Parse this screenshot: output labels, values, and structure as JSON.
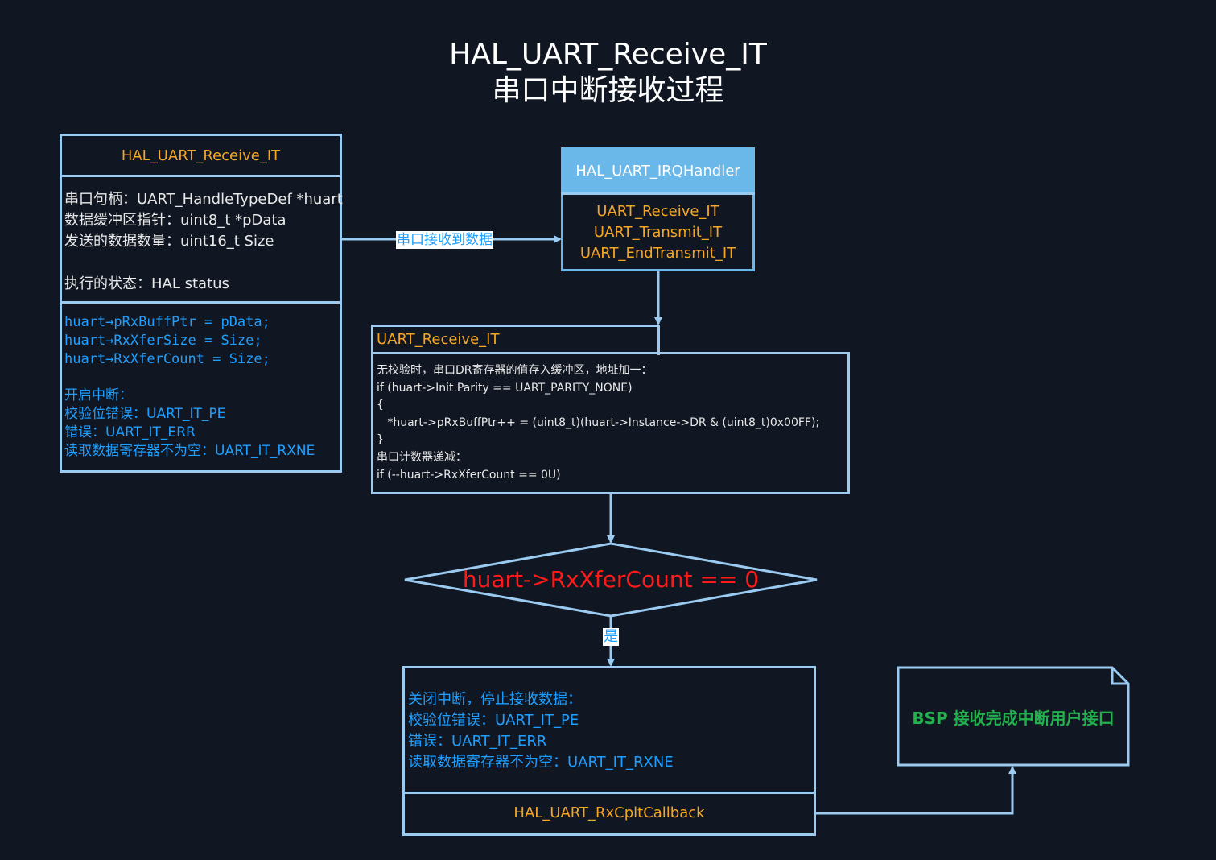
{
  "title": {
    "line1": "HAL_UART_Receive_IT",
    "line2": "串口中断接收过程"
  },
  "receive_box": {
    "header": "HAL_UART_Receive_IT",
    "params": [
      "串口句柄：UART_HandleTypeDef *huart",
      "数据缓冲区指针：uint8_t *pData",
      "发送的数据数量：uint16_t Size"
    ],
    "status": "执行的状态：HAL status",
    "code": [
      "huart→pRxBuffPtr = pData;",
      "huart→RxXferSize = Size;",
      "huart→RxXferCount = Size;"
    ],
    "enable": [
      "开启中断：",
      "校验位错误：UART_IT_PE",
      "错误：UART_IT_ERR",
      "读取数据寄存器不为空：UART_IT_RXNE"
    ]
  },
  "edge_label_received": "串口接收到数据",
  "irq_box": {
    "header": "HAL_UART_IRQHandler",
    "items": [
      "UART_Receive_IT",
      "UART_Transmit_IT",
      "UART_EndTransmit_IT"
    ]
  },
  "uart_receive_box": {
    "tab": "UART_Receive_IT",
    "lines": [
      "无校验时，串口DR寄存器的值存入缓冲区，地址加一：",
      "if (huart->Init.Parity == UART_PARITY_NONE)",
      "{",
      "   *huart->pRxBuffPtr++ = (uint8_t)(huart->Instance->DR & (uint8_t)0x00FF);",
      "}",
      "串口计数器递减：",
      "if (--huart->RxXferCount == 0U)"
    ]
  },
  "decision": "huart->RxXferCount == 0",
  "edge_label_yes": "是",
  "complete_box": {
    "lines": [
      "关闭中断，停止接收数据：",
      "校验位错误：UART_IT_PE",
      "错误：UART_IT_ERR",
      "读取数据寄存器不为空：UART_IT_RXNE"
    ],
    "callback": "HAL_UART_RxCpltCallback"
  },
  "bsp_note": "BSP 接收完成中断用户接口",
  "colors": {
    "background": "#111722",
    "border": "#9ccbf2",
    "orange": "#f5a623",
    "blue": "#1e9fff",
    "red": "#ff1a1a",
    "green": "#22b14c",
    "irq_header": "#6ab8ea"
  }
}
